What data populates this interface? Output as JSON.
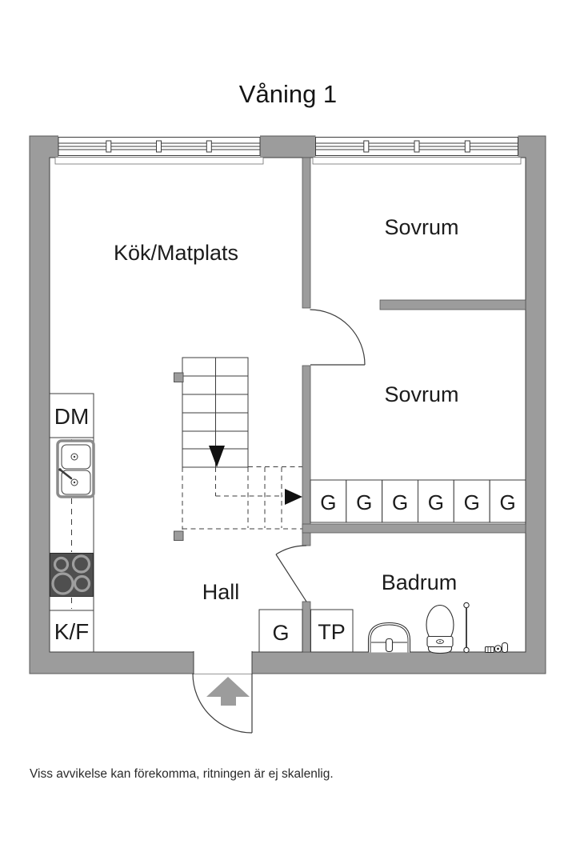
{
  "title": "Våning 1",
  "footer": {
    "disclaimer": "Viss avvikelse kan förekomma, ritningen är ej skalenlig."
  },
  "rooms": {
    "kitchen_dining": "Kök/Matplats",
    "bedroom_upper": "Sovrum",
    "bedroom_lower": "Sovrum",
    "hall": "Hall",
    "bathroom": "Badrum"
  },
  "labels": {
    "dishwasher": "DM",
    "fridge_freezer": "K/F",
    "hall_wardrobe": "G",
    "laundry_tower": "TP",
    "bedroom_wardrobes": [
      "G",
      "G",
      "G",
      "G",
      "G",
      "G"
    ]
  },
  "colors": {
    "wall": "#9c9c9c",
    "outline": "#3c3c3c",
    "appliance_dark": "#4f4f4f",
    "text": "#1c1c1c",
    "background": "#ffffff"
  }
}
